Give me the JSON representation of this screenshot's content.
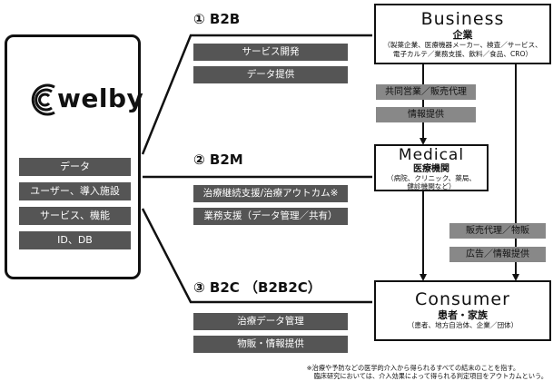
{
  "welby": {
    "logo_text": "welby",
    "features": [
      "データ",
      "ユーザー、導入施設",
      "サービス、機能",
      "ID、DB"
    ]
  },
  "channels": {
    "b2b": {
      "title": "① B2B",
      "tags": [
        "サービス開発",
        "データ提供"
      ]
    },
    "b2m": {
      "title": "② B2M",
      "tags": [
        "治療継続支援/治療アウトカム※",
        "業務支援（データ管理／共有）"
      ]
    },
    "b2c": {
      "title": "③ B2C （B2B2C）",
      "tags": [
        "治療データ管理",
        "物販・情報提供"
      ]
    }
  },
  "business": {
    "title": "Business",
    "subtitle": "企業",
    "detail_line1": "（製薬企業、医療機器メーカー、検査／サービス、",
    "detail_line2": "電子カルテ／業務支援、飲料／食品、CRO）"
  },
  "medical": {
    "title": "Medical",
    "subtitle": "医療機関",
    "detail_line1": "（病院、クリニック、薬局、",
    "detail_line2": "健診機関など）"
  },
  "consumer": {
    "title": "Consumer",
    "subtitle": "患者・家族",
    "detail": "（患者、地方自治体、企業／団体）"
  },
  "flows": {
    "business_to_medical": [
      "共同営業／販売代理",
      "情報提供"
    ],
    "business_to_consumer": [
      "販売代理／物販",
      "広告／情報提供"
    ]
  },
  "footnote": {
    "line1": "※治療や予防などの医学的介入から得られるすべての結末のことを指す。",
    "line2": "臨床研究においては、介入効果によって得られる判定項目をアウトカムという。"
  }
}
